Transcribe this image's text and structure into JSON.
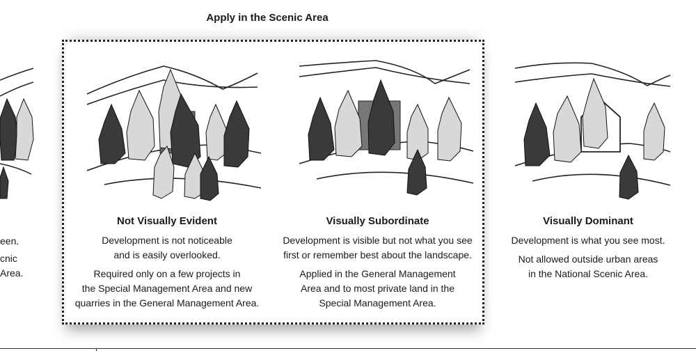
{
  "heading": "Apply in the Scenic Area",
  "left_partial": {
    "line1": "een.",
    "line2": "cnic Area."
  },
  "panels": [
    {
      "title": "Not Visually Evident",
      "desc": [
        "Development is not noticeable",
        "and is easily overlooked."
      ],
      "note": [
        "Required only on a few projects in",
        "the Special Management Area and new",
        "quarries in the General Management Area."
      ]
    },
    {
      "title": "Visually Subordinate",
      "desc": [
        "Development is visible but not what you see",
        "first or remember best about the landscape."
      ],
      "note": [
        "Applied in the General Management",
        "Area and to most private land in the",
        "Special Management Area."
      ]
    },
    {
      "title": "Visually Dominant",
      "desc": [
        "Development is what you see most."
      ],
      "note": [
        "Not allowed outside urban areas",
        "in the National Scenic Area."
      ]
    }
  ],
  "colors": {
    "line": "#222222",
    "tree_dark": "#3a3a3a",
    "tree_light": "#d8d8d8",
    "house_subordinate": "#777777"
  }
}
